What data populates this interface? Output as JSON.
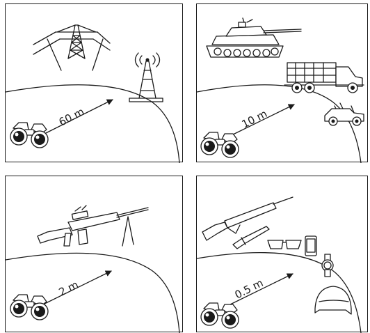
{
  "panels": [
    {
      "id": "p1",
      "distance_label": "60 m",
      "objects": [
        "power-pylon",
        "radio-tower"
      ]
    },
    {
      "id": "p2",
      "distance_label": "10 m",
      "objects": [
        "tank",
        "truck",
        "jeep"
      ]
    },
    {
      "id": "p3",
      "distance_label": "2 m",
      "objects": [
        "machine-gun"
      ]
    },
    {
      "id": "p4",
      "distance_label": "0.5 m",
      "objects": [
        "rifle",
        "knife",
        "glasses",
        "smartphone",
        "wristwatch",
        "helmet"
      ]
    }
  ],
  "colors": {
    "ink": "#1a1a1a",
    "background": "#ffffff"
  }
}
